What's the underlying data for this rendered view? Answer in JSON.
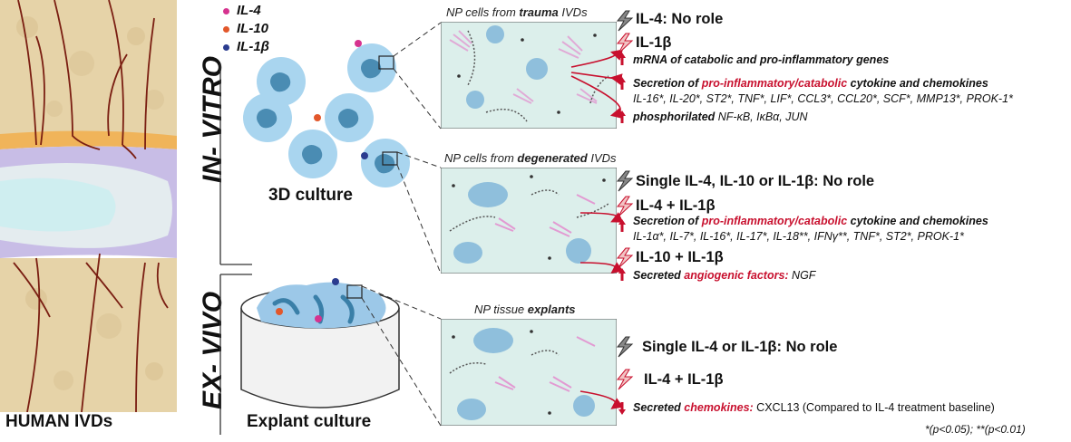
{
  "left_label": "HUMAN IVDs",
  "legend": [
    {
      "label": "IL-4",
      "color": "#d6338f"
    },
    {
      "label": "IL-10",
      "color": "#e2572b"
    },
    {
      "label": "IL-1β",
      "color": "#2b3c8f"
    }
  ],
  "sections": {
    "in_vitro": "IN- VITRO",
    "ex_vivo": "EX- VIVO"
  },
  "culture_labels": {
    "three_d": "3D culture",
    "explant": "Explant culture"
  },
  "panel1": {
    "caption_pre": "NP cells from ",
    "caption_bold": "trauma",
    "caption_post": " IVDs",
    "h1": "IL-4: No role",
    "h2": "IL-1β",
    "l1": "mRNA of catabolic and pro-inflammatory genes",
    "l2_pre": "Secretion of ",
    "l2_red": "pro-inflammatory/catabolic",
    "l2_post": " cytokine and chemokines",
    "l3": "IL-16*, IL-20*, ST2*, TNF*, LIF*, CCL3*, CCL20*, SCF*, MMP13*, PROK-1*",
    "l4_bold": "phosphorilated",
    "l4_rest": " NF-κB, IκBα, JUN"
  },
  "panel2": {
    "caption_pre": "NP cells from ",
    "caption_bold": "degenerated",
    "caption_post": " IVDs",
    "h1": "Single IL-4, IL-10 or IL-1β: No role",
    "h2": "IL-4 + IL-1β",
    "l1_pre": "Secretion of ",
    "l1_red": "pro-inflammatory/catabolic",
    "l1_post": " cytokine and chemokines",
    "l2": "IL-1α*, IL-7*, IL-16*, IL-17*, IL-18**, IFNγ**, TNF*, ST2*, PROK-1*",
    "h3": "IL-10 + IL-1β",
    "l3_pre": "Secreted ",
    "l3_red": "angiogenic factors:",
    "l3_post": " NGF"
  },
  "panel3": {
    "caption_pre": "NP tissue ",
    "caption_bold": "explants",
    "h1": "Single IL-4 or IL-1β: No role",
    "h2": "IL-4 + IL-1β",
    "l1_pre": "Secreted ",
    "l1_red": "chemokines:",
    "l1_post": " CXCL13 (Compared to IL-4 treatment baseline)"
  },
  "footnote": "*(p<0.05); **(p<0.01)",
  "colors": {
    "accent_red": "#c8102e",
    "panel_bg": "#dcefeb",
    "cell_blue": "#a7d4ee",
    "bone": "#e6d3a8"
  }
}
